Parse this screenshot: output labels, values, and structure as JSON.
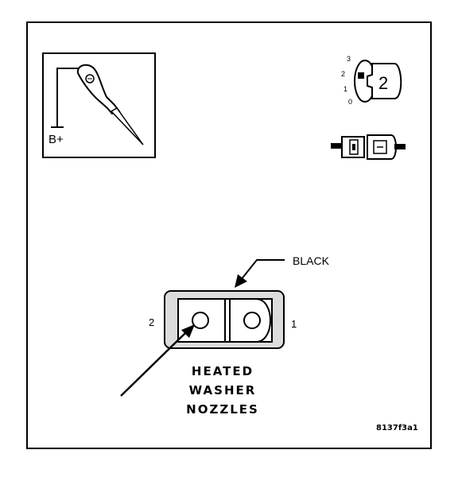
{
  "probe_panel": {
    "label": "B+"
  },
  "key_switch": {
    "positions": [
      "3",
      "2",
      "1",
      "0"
    ],
    "key_number": "2"
  },
  "connector": {
    "color_callout": "BLACK",
    "pin_left": "2",
    "pin_right": "1"
  },
  "component": {
    "line1": "HEATED",
    "line2": "WASHER",
    "line3": "NOZZLES"
  },
  "figure_id": "8137f3a1",
  "colors": {
    "ink": "#000000",
    "paper": "#ffffff",
    "connector_fill": "#dcdcdc"
  }
}
